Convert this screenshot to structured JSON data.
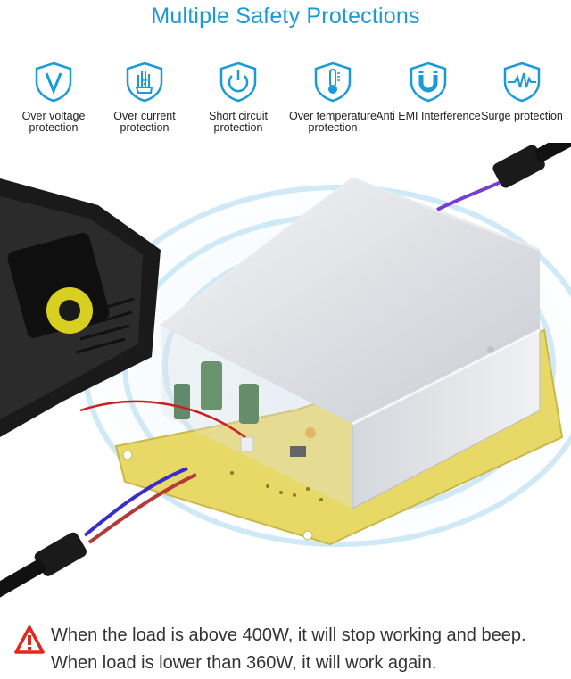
{
  "title": "Multiple Safety Protections",
  "features": [
    {
      "icon": "shield-v-icon",
      "label": "Over voltage protection"
    },
    {
      "icon": "shield-hand-icon",
      "label": "Over current protection"
    },
    {
      "icon": "shield-power-icon",
      "label": "Short circuit protection"
    },
    {
      "icon": "shield-thermometer-icon",
      "label": "Over temperature protection"
    },
    {
      "icon": "shield-magnet-icon",
      "label": "Anti EMI Interference"
    },
    {
      "icon": "shield-wave-icon",
      "label": "Surge protection"
    }
  ],
  "warnings": {
    "line1": "When the load is above 400W, it will stop working and beep.",
    "line2": "When load is lower than 360W, it will work again."
  },
  "colors": {
    "title": "#1a9ad6",
    "icon": "#1a9ad6",
    "warning": "#e0281c"
  }
}
